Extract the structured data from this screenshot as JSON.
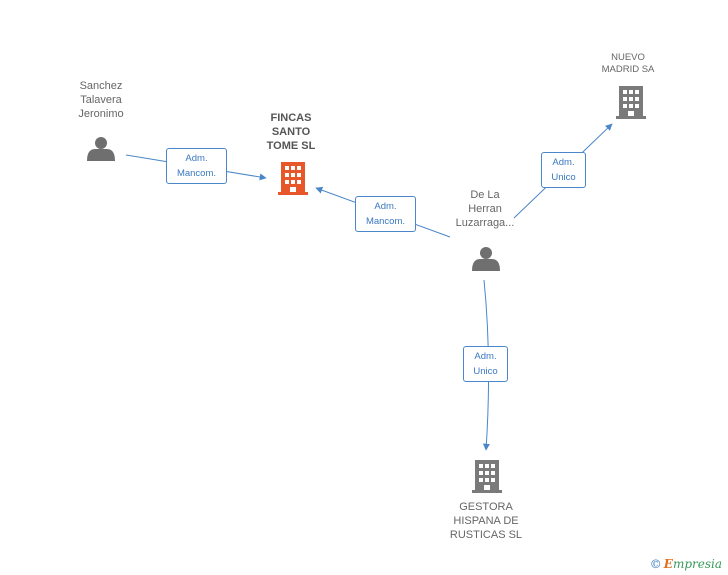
{
  "nodes": {
    "sanchez": {
      "name": "Sanchez\nTalavera\nJeronimo",
      "type": "person"
    },
    "fincas": {
      "name": "FINCAS\nSANTO\nTOME SL",
      "type": "company-focus"
    },
    "nuevo": {
      "name": "NUEVO\nMADRID SA",
      "type": "company"
    },
    "delaherran": {
      "name": "De La\nHerran\nLuzarraga...",
      "type": "person"
    },
    "gestora": {
      "name": "GESTORA\nHISPANA DE\nRUSTICAS SL",
      "type": "company"
    }
  },
  "edges": [
    {
      "from": "Sanchez Talavera Jeronimo",
      "to": "FINCAS SANTO TOME SL",
      "label": "Adm.\nMancom."
    },
    {
      "from": "De La Herran Luzarraga...",
      "to": "FINCAS SANTO TOME SL",
      "label": "Adm.\nMancom."
    },
    {
      "from": "De La Herran Luzarraga...",
      "to": "NUEVO MADRID SA",
      "label": "Adm.\nUnico"
    },
    {
      "from": "De La Herran Luzarraga...",
      "to": "GESTORA HISPANA DE RUSTICAS SL",
      "label": "Adm.\nUnico"
    }
  ],
  "colors": {
    "edge": "#4a86c8",
    "focus_company": "#e8572a",
    "company": "#7a7a7a",
    "person": "#6f6f6f"
  },
  "watermark": {
    "copyright": "©",
    "brand_initial": "E",
    "brand_rest": "mpresia"
  }
}
